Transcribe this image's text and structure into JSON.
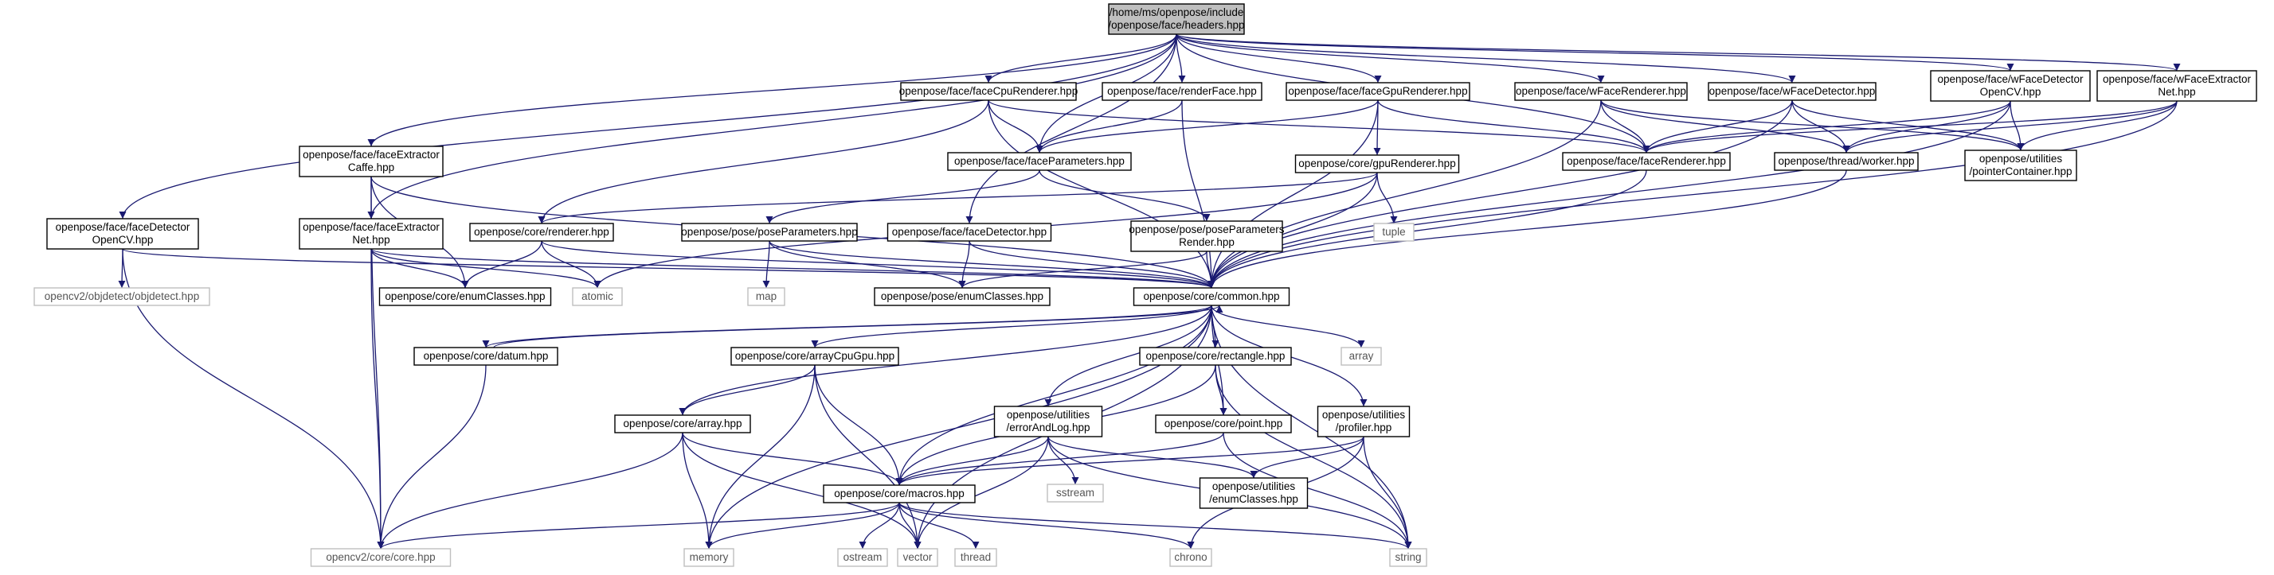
{
  "nodes": [
    {
      "id": "root",
      "lines": [
        "/home/ms/openpose/include",
        "/openpose/face/headers.hpp"
      ],
      "type": "root"
    },
    {
      "id": "faceCpuRenderer",
      "lines": [
        "openpose/face/faceCpuRenderer.hpp"
      ],
      "type": "header"
    },
    {
      "id": "renderFace",
      "lines": [
        "openpose/face/renderFace.hpp"
      ],
      "type": "header"
    },
    {
      "id": "faceGpuRenderer",
      "lines": [
        "openpose/face/faceGpuRenderer.hpp"
      ],
      "type": "header"
    },
    {
      "id": "wFaceRenderer",
      "lines": [
        "openpose/face/wFaceRenderer.hpp"
      ],
      "type": "header"
    },
    {
      "id": "wFaceDetector",
      "lines": [
        "openpose/face/wFaceDetector.hpp"
      ],
      "type": "header"
    },
    {
      "id": "wFaceDetectorOpenCV",
      "lines": [
        "openpose/face/wFaceDetector",
        "OpenCV.hpp"
      ],
      "type": "header"
    },
    {
      "id": "wFaceExtractorNet",
      "lines": [
        "openpose/face/wFaceExtractor",
        "Net.hpp"
      ],
      "type": "header"
    },
    {
      "id": "faceExtractorCaffe",
      "lines": [
        "openpose/face/faceExtractor",
        "Caffe.hpp"
      ],
      "type": "header"
    },
    {
      "id": "faceParameters",
      "lines": [
        "openpose/face/faceParameters.hpp"
      ],
      "type": "header"
    },
    {
      "id": "gpuRenderer",
      "lines": [
        "openpose/core/gpuRenderer.hpp"
      ],
      "type": "header"
    },
    {
      "id": "faceRenderer",
      "lines": [
        "openpose/face/faceRenderer.hpp"
      ],
      "type": "header"
    },
    {
      "id": "worker",
      "lines": [
        "openpose/thread/worker.hpp"
      ],
      "type": "header"
    },
    {
      "id": "pointerContainer",
      "lines": [
        "openpose/utilities",
        "/pointerContainer.hpp"
      ],
      "type": "header"
    },
    {
      "id": "faceDetectorOpenCV",
      "lines": [
        "openpose/face/faceDetector",
        "OpenCV.hpp"
      ],
      "type": "header"
    },
    {
      "id": "faceExtractorNet",
      "lines": [
        "openpose/face/faceExtractor",
        "Net.hpp"
      ],
      "type": "header"
    },
    {
      "id": "renderer",
      "lines": [
        "openpose/core/renderer.hpp"
      ],
      "type": "header"
    },
    {
      "id": "poseParameters",
      "lines": [
        "openpose/pose/poseParameters.hpp"
      ],
      "type": "header"
    },
    {
      "id": "faceDetector",
      "lines": [
        "openpose/face/faceDetector.hpp"
      ],
      "type": "header"
    },
    {
      "id": "poseParametersRender",
      "lines": [
        "openpose/pose/poseParameters",
        "Render.hpp"
      ],
      "type": "header"
    },
    {
      "id": "tuple",
      "lines": [
        "tuple"
      ],
      "type": "system"
    },
    {
      "id": "objdetect",
      "lines": [
        "opencv2/objdetect/objdetect.hpp"
      ],
      "type": "system"
    },
    {
      "id": "coreEnumClasses",
      "lines": [
        "openpose/core/enumClasses.hpp"
      ],
      "type": "header"
    },
    {
      "id": "atomic",
      "lines": [
        "atomic"
      ],
      "type": "system"
    },
    {
      "id": "map",
      "lines": [
        "map"
      ],
      "type": "system"
    },
    {
      "id": "poseEnumClasses",
      "lines": [
        "openpose/pose/enumClasses.hpp"
      ],
      "type": "header"
    },
    {
      "id": "common",
      "lines": [
        "openpose/core/common.hpp"
      ],
      "type": "header"
    },
    {
      "id": "datum",
      "lines": [
        "openpose/core/datum.hpp"
      ],
      "type": "header"
    },
    {
      "id": "arrayCpuGpu",
      "lines": [
        "openpose/core/arrayCpuGpu.hpp"
      ],
      "type": "header"
    },
    {
      "id": "rectangle",
      "lines": [
        "openpose/core/rectangle.hpp"
      ],
      "type": "header"
    },
    {
      "id": "arrayStd",
      "lines": [
        "array"
      ],
      "type": "system"
    },
    {
      "id": "coreArray",
      "lines": [
        "openpose/core/array.hpp"
      ],
      "type": "header"
    },
    {
      "id": "errorAndLog",
      "lines": [
        "openpose/utilities",
        "/errorAndLog.hpp"
      ],
      "type": "header"
    },
    {
      "id": "point",
      "lines": [
        "openpose/core/point.hpp"
      ],
      "type": "header"
    },
    {
      "id": "profiler",
      "lines": [
        "openpose/utilities",
        "/profiler.hpp"
      ],
      "type": "header"
    },
    {
      "id": "sstream",
      "lines": [
        "sstream"
      ],
      "type": "system"
    },
    {
      "id": "macros",
      "lines": [
        "openpose/core/macros.hpp"
      ],
      "type": "header"
    },
    {
      "id": "utilEnumClasses",
      "lines": [
        "openpose/utilities",
        "/enumClasses.hpp"
      ],
      "type": "header"
    },
    {
      "id": "opencvCore",
      "lines": [
        "opencv2/core/core.hpp"
      ],
      "type": "system"
    },
    {
      "id": "memory",
      "lines": [
        "memory"
      ],
      "type": "system"
    },
    {
      "id": "ostream",
      "lines": [
        "ostream"
      ],
      "type": "system"
    },
    {
      "id": "vector",
      "lines": [
        "vector"
      ],
      "type": "system"
    },
    {
      "id": "thread",
      "lines": [
        "thread"
      ],
      "type": "system"
    },
    {
      "id": "chrono",
      "lines": [
        "chrono"
      ],
      "type": "system"
    },
    {
      "id": "string",
      "lines": [
        "string"
      ],
      "type": "system"
    }
  ],
  "edges": [
    [
      "root",
      "faceCpuRenderer"
    ],
    [
      "root",
      "renderFace"
    ],
    [
      "root",
      "faceGpuRenderer"
    ],
    [
      "root",
      "wFaceRenderer"
    ],
    [
      "root",
      "wFaceDetector"
    ],
    [
      "root",
      "wFaceDetectorOpenCV"
    ],
    [
      "root",
      "wFaceExtractorNet"
    ],
    [
      "root",
      "faceExtractorCaffe"
    ],
    [
      "root",
      "faceDetectorOpenCV"
    ],
    [
      "root",
      "faceExtractorNet"
    ],
    [
      "root",
      "faceParameters"
    ],
    [
      "root",
      "faceRenderer"
    ],
    [
      "root",
      "faceDetector"
    ],
    [
      "faceCpuRenderer",
      "faceParameters"
    ],
    [
      "faceCpuRenderer",
      "renderer"
    ],
    [
      "faceCpuRenderer",
      "faceRenderer"
    ],
    [
      "faceCpuRenderer",
      "common"
    ],
    [
      "renderFace",
      "faceParameters"
    ],
    [
      "renderFace",
      "common"
    ],
    [
      "faceGpuRenderer",
      "faceParameters"
    ],
    [
      "faceGpuRenderer",
      "gpuRenderer"
    ],
    [
      "faceGpuRenderer",
      "faceRenderer"
    ],
    [
      "faceGpuRenderer",
      "common"
    ],
    [
      "wFaceRenderer",
      "faceRenderer"
    ],
    [
      "wFaceRenderer",
      "worker"
    ],
    [
      "wFaceRenderer",
      "pointerContainer"
    ],
    [
      "wFaceRenderer",
      "common"
    ],
    [
      "wFaceDetector",
      "faceRenderer"
    ],
    [
      "wFaceDetector",
      "worker"
    ],
    [
      "wFaceDetector",
      "pointerContainer"
    ],
    [
      "wFaceDetector",
      "common"
    ],
    [
      "wFaceDetectorOpenCV",
      "worker"
    ],
    [
      "wFaceDetectorOpenCV",
      "pointerContainer"
    ],
    [
      "wFaceDetectorOpenCV",
      "common"
    ],
    [
      "wFaceDetectorOpenCV",
      "faceRenderer"
    ],
    [
      "wFaceExtractorNet",
      "worker"
    ],
    [
      "wFaceExtractorNet",
      "pointerContainer"
    ],
    [
      "wFaceExtractorNet",
      "common"
    ],
    [
      "wFaceExtractorNet",
      "faceRenderer"
    ],
    [
      "faceExtractorCaffe",
      "faceExtractorNet"
    ],
    [
      "faceExtractorCaffe",
      "coreEnumClasses"
    ],
    [
      "faceExtractorCaffe",
      "opencvCore"
    ],
    [
      "faceExtractorCaffe",
      "common"
    ],
    [
      "faceParameters",
      "poseParameters"
    ],
    [
      "faceParameters",
      "poseParametersRender"
    ],
    [
      "gpuRenderer",
      "renderer"
    ],
    [
      "gpuRenderer",
      "atomic"
    ],
    [
      "gpuRenderer",
      "tuple"
    ],
    [
      "gpuRenderer",
      "common"
    ],
    [
      "faceRenderer",
      "common"
    ],
    [
      "worker",
      "common"
    ],
    [
      "faceDetectorOpenCV",
      "objdetect"
    ],
    [
      "faceDetectorOpenCV",
      "opencvCore"
    ],
    [
      "faceDetectorOpenCV",
      "common"
    ],
    [
      "faceExtractorNet",
      "coreEnumClasses"
    ],
    [
      "faceExtractorNet",
      "atomic"
    ],
    [
      "faceExtractorNet",
      "opencvCore"
    ],
    [
      "faceExtractorNet",
      "common"
    ],
    [
      "renderer",
      "coreEnumClasses"
    ],
    [
      "renderer",
      "atomic"
    ],
    [
      "renderer",
      "common"
    ],
    [
      "poseParameters",
      "map"
    ],
    [
      "poseParameters",
      "poseEnumClasses"
    ],
    [
      "poseParameters",
      "common"
    ],
    [
      "faceDetector",
      "poseEnumClasses"
    ],
    [
      "faceDetector",
      "common"
    ],
    [
      "poseParametersRender",
      "poseEnumClasses"
    ],
    [
      "poseParametersRender",
      "common"
    ],
    [
      "common",
      "datum"
    ],
    [
      "common",
      "arrayCpuGpu"
    ],
    [
      "common",
      "rectangle"
    ],
    [
      "common",
      "arrayStd"
    ],
    [
      "common",
      "coreArray"
    ],
    [
      "common",
      "errorAndLog"
    ],
    [
      "common",
      "point"
    ],
    [
      "common",
      "profiler"
    ],
    [
      "common",
      "macros"
    ],
    [
      "common",
      "memory"
    ],
    [
      "common",
      "vector"
    ],
    [
      "common",
      "string"
    ],
    [
      "datum",
      "common"
    ],
    [
      "datum",
      "opencvCore"
    ],
    [
      "arrayCpuGpu",
      "coreArray"
    ],
    [
      "arrayCpuGpu",
      "macros"
    ],
    [
      "arrayCpuGpu",
      "memory"
    ],
    [
      "arrayCpuGpu",
      "vector"
    ],
    [
      "rectangle",
      "point"
    ],
    [
      "rectangle",
      "macros"
    ],
    [
      "rectangle",
      "string"
    ],
    [
      "coreArray",
      "macros"
    ],
    [
      "coreArray",
      "opencvCore"
    ],
    [
      "coreArray",
      "memory"
    ],
    [
      "coreArray",
      "vector"
    ],
    [
      "errorAndLog",
      "macros"
    ],
    [
      "errorAndLog",
      "utilEnumClasses"
    ],
    [
      "errorAndLog",
      "sstream"
    ],
    [
      "errorAndLog",
      "vector"
    ],
    [
      "errorAndLog",
      "string"
    ],
    [
      "point",
      "macros"
    ],
    [
      "point",
      "string"
    ],
    [
      "profiler",
      "macros"
    ],
    [
      "profiler",
      "utilEnumClasses"
    ],
    [
      "profiler",
      "chrono"
    ],
    [
      "profiler",
      "string"
    ],
    [
      "macros",
      "opencvCore"
    ],
    [
      "macros",
      "memory"
    ],
    [
      "macros",
      "ostream"
    ],
    [
      "macros",
      "vector"
    ],
    [
      "macros",
      "thread"
    ],
    [
      "macros",
      "chrono"
    ],
    [
      "macros",
      "string"
    ]
  ],
  "colors": {
    "root_fill": "#bfbfbf",
    "header_stroke": "#000000",
    "system_stroke": "#bfbfbf",
    "edge": "#191970"
  }
}
